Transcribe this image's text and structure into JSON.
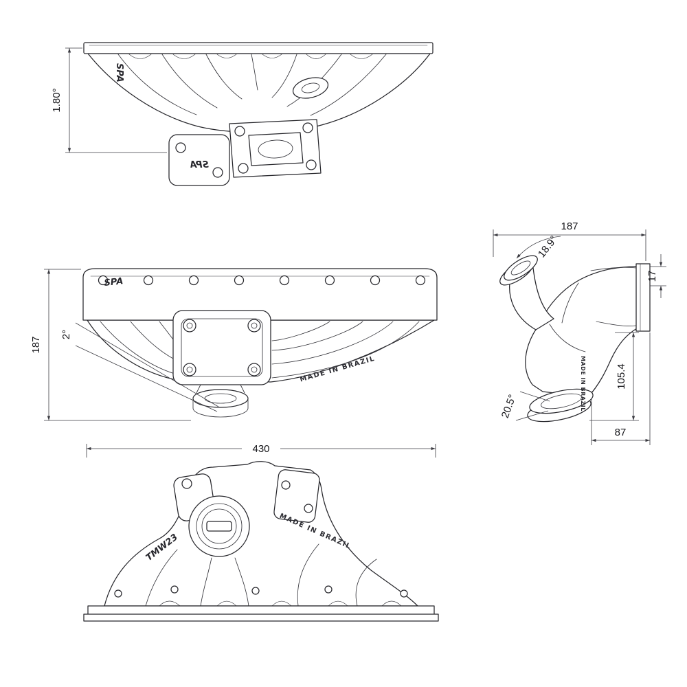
{
  "drawing": {
    "type": "technical-drawing",
    "subject": "turbo exhaust manifold",
    "background": "#ffffff",
    "line_color": "#26262b"
  },
  "views": {
    "top": {
      "dims": {
        "flange_angle": "1.80°"
      },
      "markings": {
        "logo": "SPA",
        "bracket_logo": "SPA"
      }
    },
    "front": {
      "dims": {
        "height": "187",
        "outlet_angle": "2°"
      },
      "markings": {
        "logo": "SPA",
        "origin": "MADE IN BRAZIL"
      }
    },
    "bottom": {
      "dims": {
        "length": "430"
      },
      "markings": {
        "part_number": "TMW23",
        "origin": "MADE IN BRAZIL"
      }
    },
    "side": {
      "dims": {
        "width": "187",
        "wastegate_angle": "18.9°",
        "flange_offset": "17",
        "outlet_drop": "105.4",
        "outlet_angle": "20.5°",
        "outlet_offset": "87"
      },
      "markings": {
        "origin": "MADE IN BRAZIL"
      }
    }
  }
}
